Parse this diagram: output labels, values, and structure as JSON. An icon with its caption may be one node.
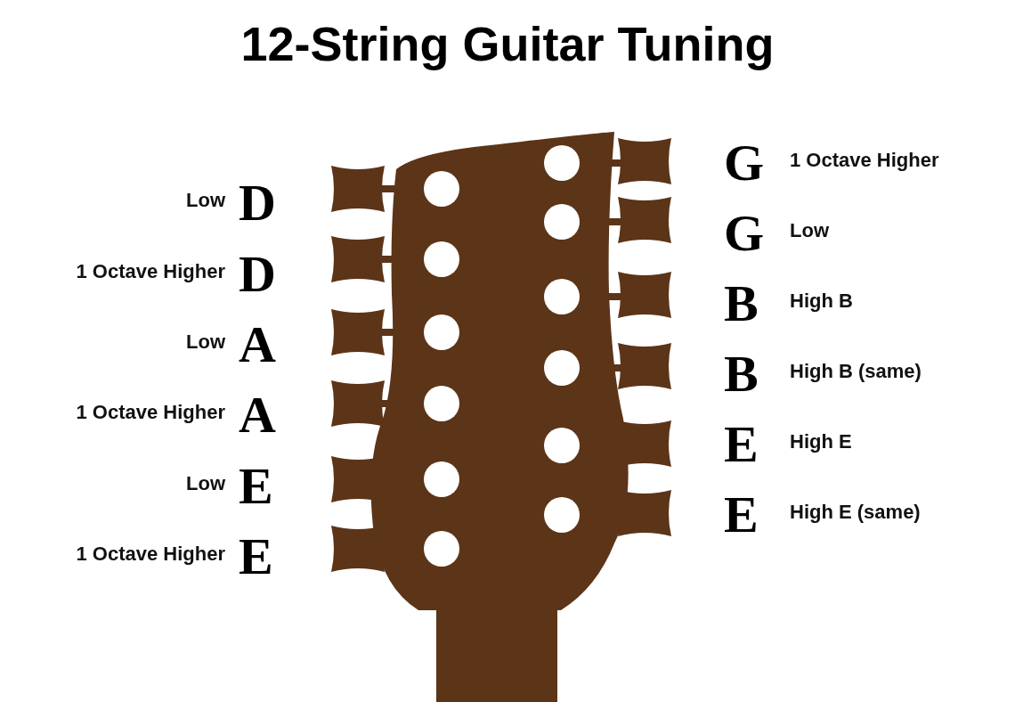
{
  "diagram": {
    "title": "12-String Guitar Tuning",
    "labels": [
      "Low",
      "D",
      "1 Octave Higher",
      "D",
      "Low",
      "A",
      "1 Octave Higher",
      "A",
      "Low",
      "E",
      "1 Octave Higher",
      "E",
      "G",
      "1 Octave Higher",
      "G",
      "Low",
      "B",
      "High B",
      "B",
      "High B (same)",
      "E",
      "High E",
      "E",
      "High E (same)"
    ]
  }
}
